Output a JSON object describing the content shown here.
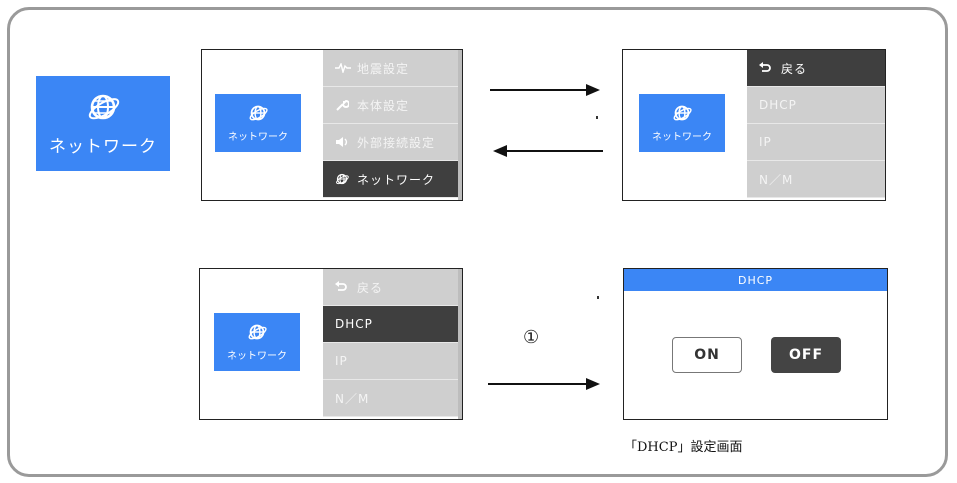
{
  "network_label": "ネットワーク",
  "screen1": {
    "menu": [
      {
        "icon": "waveform-icon",
        "label": "地震設定"
      },
      {
        "icon": "wrench-icon",
        "label": "本体設定"
      },
      {
        "icon": "speaker-icon",
        "label": "外部接続設定"
      },
      {
        "icon": "globe-icon",
        "label": "ネットワーク"
      }
    ],
    "selected_index": 3
  },
  "screen2": {
    "menu": [
      {
        "icon": "back-icon",
        "label": "戻る"
      },
      {
        "label": "DHCP"
      },
      {
        "label": "IP"
      },
      {
        "label": "N／M"
      }
    ],
    "selected_index": 0
  },
  "screen3": {
    "menu": [
      {
        "icon": "back-icon",
        "label": "戻る"
      },
      {
        "label": "DHCP"
      },
      {
        "label": "IP"
      },
      {
        "label": "N／M"
      }
    ],
    "selected_index": 1
  },
  "dhcp_screen": {
    "title": "DHCP",
    "on_label": "ON",
    "off_label": "OFF"
  },
  "step_marker": "①",
  "caption": "「DHCP」設定画面",
  "colors": {
    "accent": "#3b86f5",
    "selected": "#3f3f3f",
    "menu_bg": "#cfcfcf"
  }
}
